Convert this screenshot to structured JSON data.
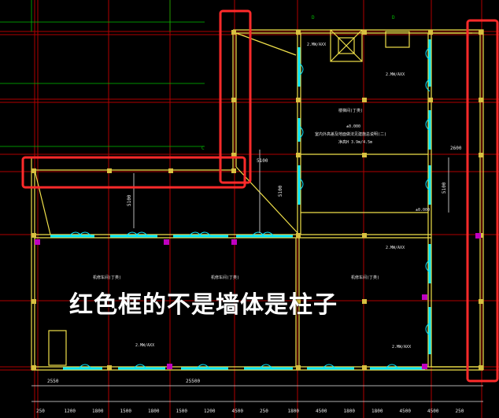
{
  "annotation": {
    "caption": "红色框的不是墙体是柱子",
    "highlight_color": "#ff2a2a"
  },
  "drawing": {
    "colors": {
      "background": "#000000",
      "grid": "#b00000",
      "wall": "#f0e04a",
      "window": "#00e5ff",
      "column": "#d8c040",
      "column_magenta": "#c000c0",
      "dimension": "#e8e8e8",
      "green": "#00c000"
    },
    "room_labels": {
      "top_room_title": "楼梯间(丁类)",
      "top_room_line2": "±0.000",
      "top_room_line3": "室内外高差及地面做法见建施总说明(二)",
      "top_room_line4": "净高H 3.9m/4.5m",
      "room_a": "机修车间(丁类)",
      "room_b": "机修车间(丁类)",
      "room_c": "机修车间(丁类)",
      "note_a": "2.MW/AXX",
      "note_b": "2.MW/AXX",
      "note_c": "2.MW/AXX",
      "note_d": "2.MW/AXX",
      "note_e": "2.MW/AXX",
      "elev_mark": "±0.000"
    },
    "dimensions": {
      "top_left": "5100",
      "top_mid": "2600",
      "left_mid": "5100",
      "right_a": "5100",
      "right_b": "5100",
      "bottom_row": [
        "250",
        "1200",
        "1800",
        "1500",
        "1800",
        "1500",
        "1200",
        "4500",
        "250",
        "1800",
        "4500",
        "1800",
        "1800",
        "4500",
        "4500",
        "250"
      ],
      "bottom_left": "2550",
      "bottom_mid": "25500"
    },
    "axis_marks": {
      "top_a": "D",
      "top_b": "D",
      "left_mark": "C"
    }
  }
}
